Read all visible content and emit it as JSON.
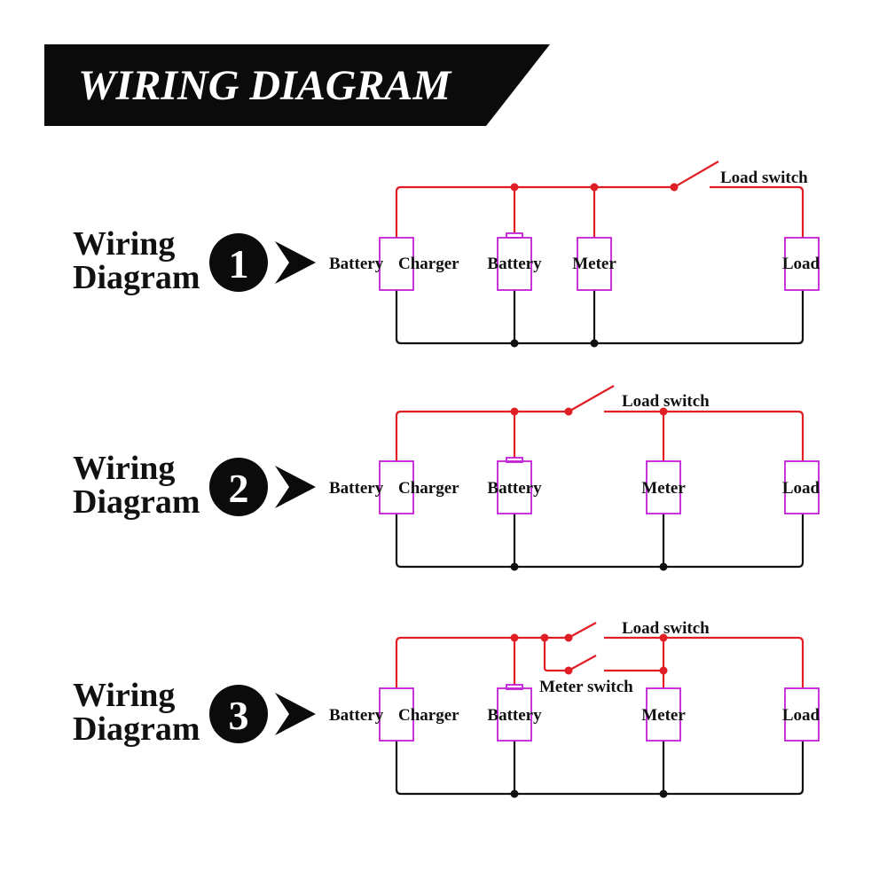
{
  "header": {
    "title": "WIRING DIAGRAM",
    "bg": "#0b0b0b",
    "fg": "#ffffff"
  },
  "colors": {
    "positive_wire": "#e01e26",
    "negative_wire": "#111111",
    "component_outline": "#c21fd6",
    "badge_fill": "#0b0b0b",
    "badge_text": "#ffffff"
  },
  "diagrams": [
    {
      "label_line1": "Wiring",
      "label_line2": "Diagram",
      "number": "1",
      "components": [
        "Battery",
        "Charger",
        "Battery",
        "Meter",
        "Load"
      ],
      "switches": [
        "Load switch"
      ]
    },
    {
      "label_line1": "Wiring",
      "label_line2": "Diagram",
      "number": "2",
      "components": [
        "Battery",
        "Charger",
        "Battery",
        "Meter",
        "Load"
      ],
      "switches": [
        "Load switch"
      ]
    },
    {
      "label_line1": "Wiring",
      "label_line2": "Diagram",
      "number": "3",
      "components": [
        "Battery",
        "Charger",
        "Battery",
        "Meter",
        "Load"
      ],
      "switches": [
        "Load switch",
        "Meter switch"
      ]
    }
  ]
}
